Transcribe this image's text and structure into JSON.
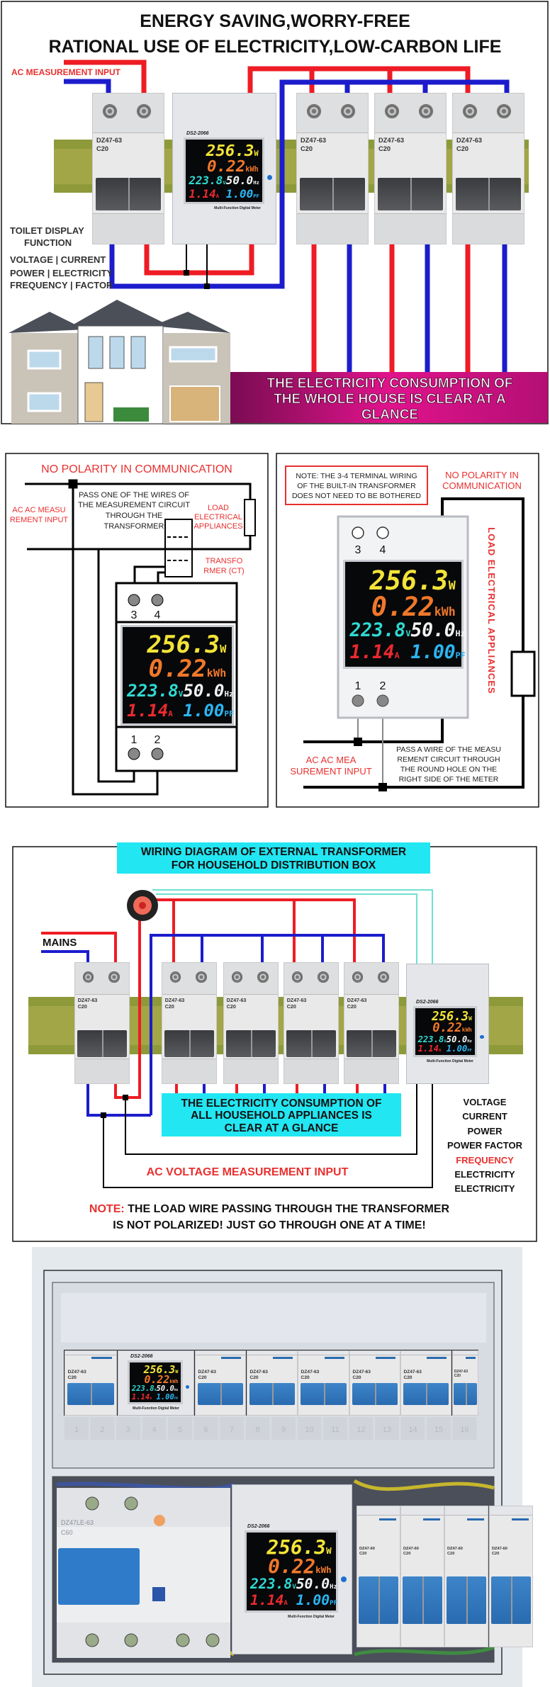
{
  "colors": {
    "live_wire": "#ee1c24",
    "neutral_wire": "#1c1ccc",
    "label_red": "#e8302f",
    "banner_magenta": "#e0138c",
    "highlight_cyan": "#22e6f2",
    "ct_wire": "#6fe0d2"
  },
  "meter": {
    "model": "DS2-2066",
    "power": "256.3",
    "power_unit": "W",
    "energy": "0.22",
    "energy_unit": "kWh",
    "voltage": "223.8",
    "voltage_unit": "V",
    "frequency": "50.0",
    "frequency_unit": "Hz",
    "current": "1.14",
    "current_unit": "A",
    "power_factor": "1.00",
    "power_factor_unit": "PF",
    "caption": "Multi-Function Digital Meter",
    "terminals": [
      "1",
      "2",
      "3",
      "4"
    ]
  },
  "breaker": {
    "model": "DZ47-63",
    "rating": "C20"
  },
  "panel1": {
    "title_line1": "ENERGY SAVING,WORRY-FREE",
    "title_line2": "RATIONAL USE OF ELECTRICITY,LOW-CARBON LIFE",
    "ac_input_label": "AC MEASUREMENT INPUT",
    "display_heading": [
      "TOILET DISPLAY",
      "FUNCTION"
    ],
    "functions": [
      "VOLTAGE | CURRENT",
      "POWER | ELECTRICITY",
      "FREQUENCY | FACTOR"
    ],
    "banner": [
      "THE ELECTRICITY CONSUMPTION OF",
      "THE WHOLE HOUSE IS CLEAR AT A",
      "GLANCE"
    ]
  },
  "panel2_left": {
    "title": "NO POLARITY IN COMMUNICATION",
    "ac_input": [
      "AC AC MEASU",
      "REMENT INPUT"
    ],
    "instruction": [
      "PASS ONE OF THE WIRES OF",
      "THE MEASUREMENT CIRCUIT",
      "THROUGH THE",
      "TRANSFORMER"
    ],
    "load": [
      "LOAD",
      "ELECTRICAL",
      "APPLIANCES"
    ],
    "ct": [
      "TRANSFO",
      "RMER (CT)"
    ]
  },
  "panel2_right": {
    "note": [
      "NOTE: THE 3-4 TERMINAL WIRING",
      "OF THE BUILT-IN TRANSFORMER",
      "DOES NOT NEED TO BE BOTHERED"
    ],
    "title": [
      "NO POLARITY IN",
      "COMMUNICATION"
    ],
    "load": "LOAD ELECTRICAL APPLIANCES",
    "ac_input": [
      "AC AC MEA",
      "SUREMENT INPUT"
    ],
    "instruction": [
      "PASS A WIRE OF THE MEASU",
      "REMENT CIRCUIT THROUGH",
      "THE ROUND HOLE ON THE",
      "RIGHT SIDE OF THE METER"
    ]
  },
  "panel3": {
    "title": [
      "WIRING DIAGRAM OF EXTERNAL TRANSFORMER",
      "FOR HOUSEHOLD DISTRIBUTION BOX"
    ],
    "mains": "MAINS",
    "consumption": [
      "THE ELECTRICITY CONSUMPTION OF",
      "ALL HOUSEHOLD APPLIANCES IS",
      "CLEAR AT A GLANCE"
    ],
    "ac_voltage_input": "AC VOLTAGE MEASUREMENT INPUT",
    "functions": [
      "VOLTAGE",
      "CURRENT",
      "POWER",
      "POWER FACTOR",
      "FREQUENCY",
      "ELECTRICITY",
      "ELECTRICITY"
    ],
    "note_label": "NOTE:",
    "note_line1": "THE LOAD WIRE PASSING THROUGH THE TRANSFORMER",
    "note_line2": "IS NOT POLARIZED! JUST GO THROUGH ONE AT A TIME!"
  },
  "panel4": {
    "slot_numbers": [
      "1",
      "2",
      "3",
      "4",
      "5",
      "6",
      "7",
      "8",
      "9",
      "10",
      "11",
      "12",
      "13",
      "14",
      "15",
      "16"
    ],
    "rcbo_model": "DZ47LE-63",
    "rcbo_rating": "C60",
    "small_breaker_model": "DZ47-60",
    "small_breaker_rating": "C20"
  }
}
